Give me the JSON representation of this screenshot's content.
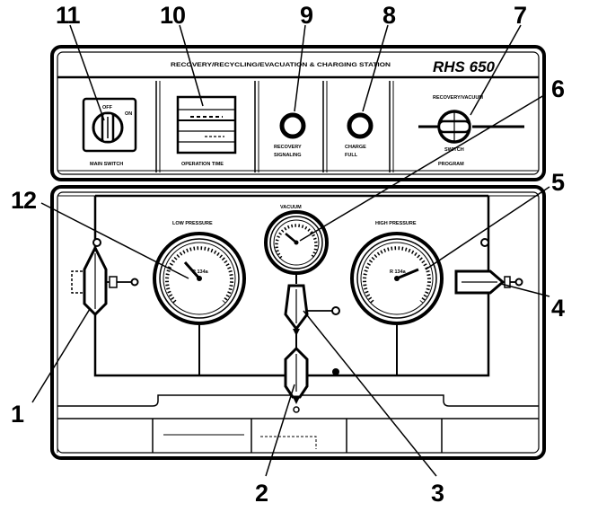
{
  "callouts": {
    "c1": "1",
    "c2": "2",
    "c3": "3",
    "c4": "4",
    "c5": "5",
    "c6": "6",
    "c7": "7",
    "c8": "8",
    "c9": "9",
    "c10": "10",
    "c11": "11",
    "c12": "12"
  },
  "panel": {
    "title": "RECOVERY/RECYCLING/EVACUATION & CHARGING STATION",
    "model": "RHS 650"
  },
  "controls": {
    "main_switch_label": "MAIN SWITCH",
    "switch_off": "OFF",
    "switch_on": "ON",
    "operation_time_label": "OPERATION TIME",
    "recovery_indicator_line1": "RECOVERY",
    "recovery_indicator_line2": "SIGNALING",
    "charge_indicator_line1": "CHARGE",
    "charge_indicator_line2": "FULL",
    "selector_top_label": "RECOVERY/VACUUM",
    "selector_mid_label": "SWITCH",
    "selector_bottom_label": "PROGRAM"
  },
  "gauges": {
    "low_pressure_label": "LOW PRESSURE",
    "low_pressure_face": "R 134a",
    "vacuum_label": "VACUUM",
    "high_pressure_label": "HIGH PRESSURE",
    "high_pressure_face": "R 134a"
  }
}
